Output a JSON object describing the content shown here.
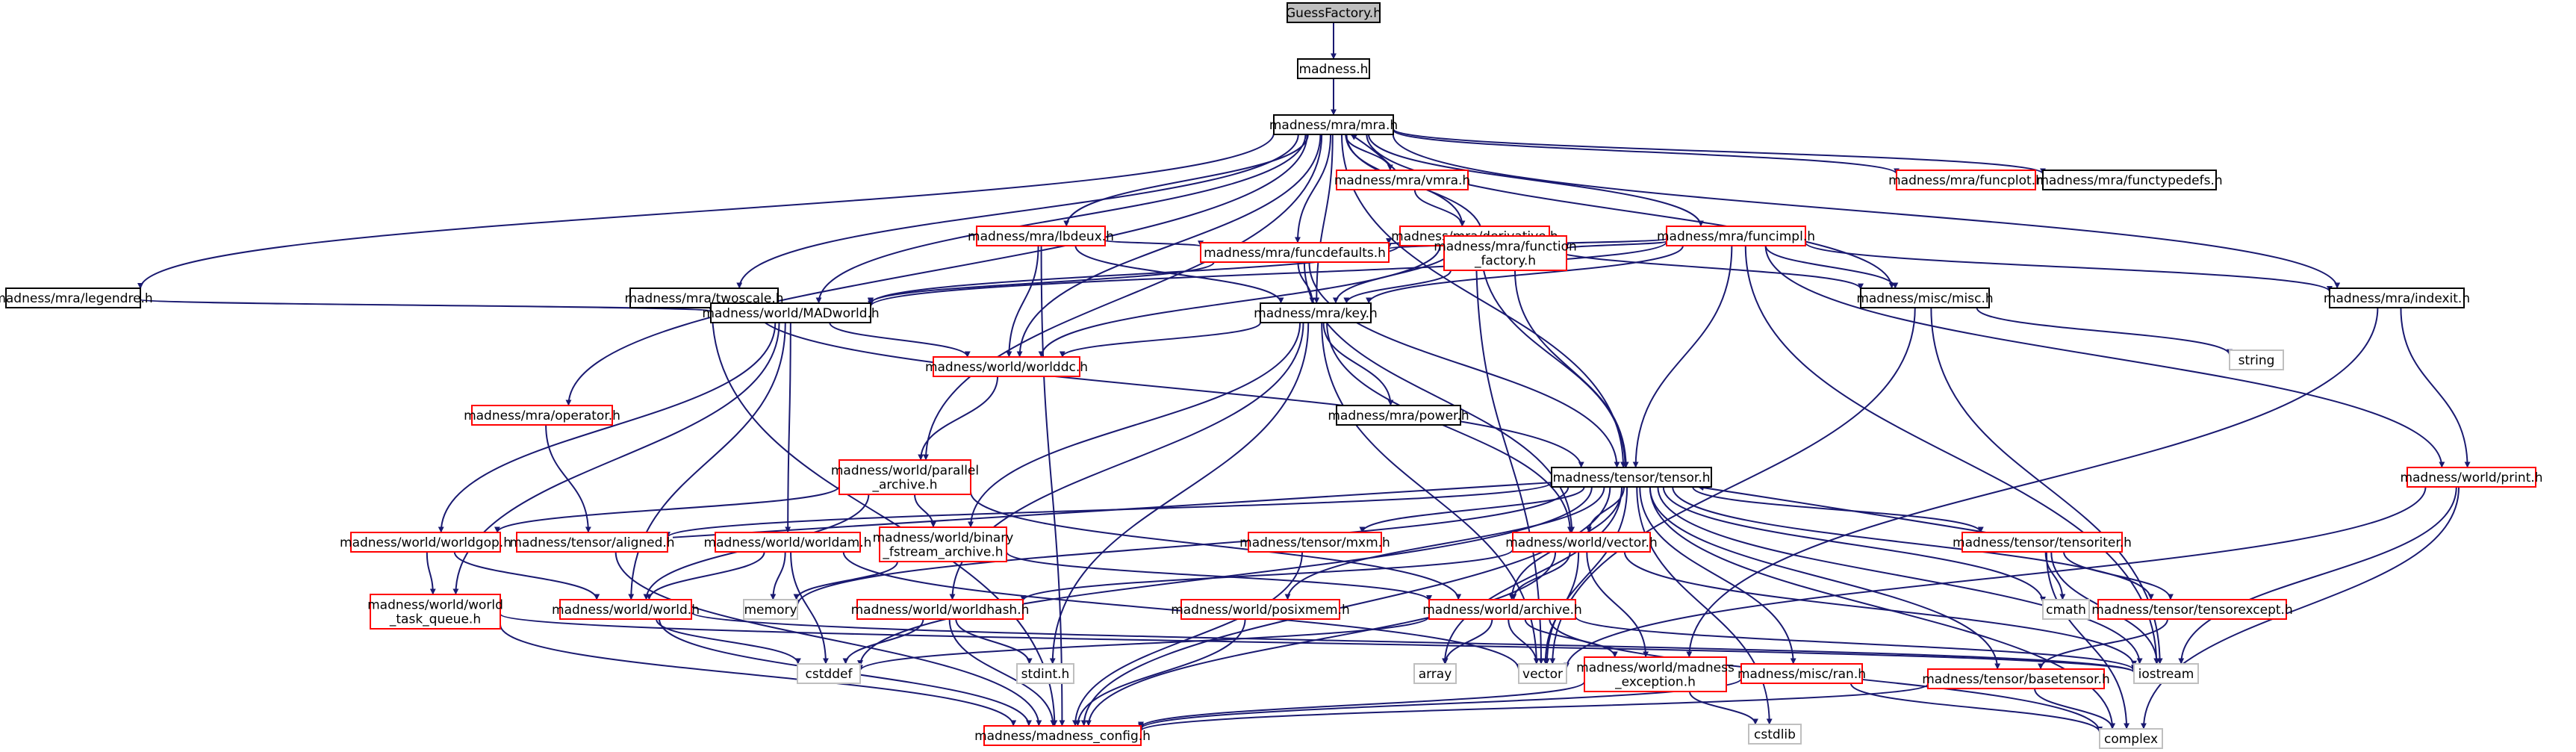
{
  "colors": {
    "edge": "#191970",
    "box_black": "#000000",
    "box_red": "#ff0000",
    "box_gray": "#bfbfbf",
    "root_fill": "#bfbfbf",
    "fill": "#ffffff",
    "text": "#000000"
  },
  "nodes": [
    {
      "id": "n_guess",
      "lines": [
        "GuessFactory.h"
      ],
      "border": "black",
      "fill": "root"
    },
    {
      "id": "n_madness",
      "lines": [
        "madness.h"
      ],
      "border": "black"
    },
    {
      "id": "n_mra",
      "lines": [
        "madness/mra/mra.h"
      ],
      "border": "black"
    },
    {
      "id": "n_vmra",
      "lines": [
        "madness/mra/vmra.h"
      ],
      "border": "red"
    },
    {
      "id": "n_funcplot",
      "lines": [
        "madness/mra/funcplot.h"
      ],
      "border": "red"
    },
    {
      "id": "n_functypedefs",
      "lines": [
        "madness/mra/functypedefs.h"
      ],
      "border": "black"
    },
    {
      "id": "n_lbdeux",
      "lines": [
        "madness/mra/lbdeux.h"
      ],
      "border": "red"
    },
    {
      "id": "n_derivative",
      "lines": [
        "madness/mra/derivative.h"
      ],
      "border": "red"
    },
    {
      "id": "n_funcimpl",
      "lines": [
        "madness/mra/funcimpl.h"
      ],
      "border": "red"
    },
    {
      "id": "n_legendre",
      "lines": [
        "madness/mra/legendre.h"
      ],
      "border": "black"
    },
    {
      "id": "n_twoscale",
      "lines": [
        "madness/mra/twoscale.h"
      ],
      "border": "black"
    },
    {
      "id": "n_funcdefaults",
      "lines": [
        "madness/mra/funcdefaults.h"
      ],
      "border": "red"
    },
    {
      "id": "n_function_factory",
      "lines": [
        "madness/mra/function",
        "_factory.h"
      ],
      "border": "red"
    },
    {
      "id": "n_miscmisc",
      "lines": [
        "madness/misc/misc.h"
      ],
      "border": "black"
    },
    {
      "id": "n_indexit",
      "lines": [
        "madness/mra/indexit.h"
      ],
      "border": "black"
    },
    {
      "id": "n_madworld",
      "lines": [
        "madness/world/MADworld.h"
      ],
      "border": "black"
    },
    {
      "id": "n_key",
      "lines": [
        "madness/mra/key.h"
      ],
      "border": "black"
    },
    {
      "id": "n_string",
      "lines": [
        "string"
      ],
      "border": "gray"
    },
    {
      "id": "n_operator",
      "lines": [
        "madness/mra/operator.h"
      ],
      "border": "red"
    },
    {
      "id": "n_worlddc",
      "lines": [
        "madness/world/worlddc.h"
      ],
      "border": "red"
    },
    {
      "id": "n_power",
      "lines": [
        "madness/mra/power.h"
      ],
      "border": "black"
    },
    {
      "id": "n_parallel_archive",
      "lines": [
        "madness/world/parallel",
        "_archive.h"
      ],
      "border": "red"
    },
    {
      "id": "n_tensor",
      "lines": [
        "madness/tensor/tensor.h"
      ],
      "border": "black"
    },
    {
      "id": "n_print",
      "lines": [
        "madness/world/print.h"
      ],
      "border": "red"
    },
    {
      "id": "n_worldgop",
      "lines": [
        "madness/world/worldgop.h"
      ],
      "border": "red"
    },
    {
      "id": "n_aligned",
      "lines": [
        "madness/tensor/aligned.h"
      ],
      "border": "red"
    },
    {
      "id": "n_worldam",
      "lines": [
        "madness/world/worldam.h"
      ],
      "border": "red"
    },
    {
      "id": "n_binary_fstream",
      "lines": [
        "madness/world/binary",
        "_fstream_archive.h"
      ],
      "border": "red"
    },
    {
      "id": "n_mxm",
      "lines": [
        "madness/tensor/mxm.h"
      ],
      "border": "red"
    },
    {
      "id": "n_vector_h",
      "lines": [
        "madness/world/vector.h"
      ],
      "border": "red"
    },
    {
      "id": "n_tensoriter",
      "lines": [
        "madness/tensor/tensoriter.h"
      ],
      "border": "red"
    },
    {
      "id": "n_world_task_queue",
      "lines": [
        "madness/world/world",
        "_task_queue.h"
      ],
      "border": "red"
    },
    {
      "id": "n_world",
      "lines": [
        "madness/world/world.h"
      ],
      "border": "red"
    },
    {
      "id": "n_memory",
      "lines": [
        "memory"
      ],
      "border": "gray"
    },
    {
      "id": "n_worldhash",
      "lines": [
        "madness/world/worldhash.h"
      ],
      "border": "red"
    },
    {
      "id": "n_posixmem",
      "lines": [
        "madness/world/posixmem.h"
      ],
      "border": "red"
    },
    {
      "id": "n_archive",
      "lines": [
        "madness/world/archive.h"
      ],
      "border": "red"
    },
    {
      "id": "n_cmath",
      "lines": [
        "cmath"
      ],
      "border": "gray"
    },
    {
      "id": "n_tensorexcept",
      "lines": [
        "madness/tensor/tensorexcept.h"
      ],
      "border": "red"
    },
    {
      "id": "n_cstddef",
      "lines": [
        "cstddef"
      ],
      "border": "gray"
    },
    {
      "id": "n_stdint",
      "lines": [
        "stdint.h"
      ],
      "border": "gray"
    },
    {
      "id": "n_array",
      "lines": [
        "array"
      ],
      "border": "gray"
    },
    {
      "id": "n_vector",
      "lines": [
        "vector"
      ],
      "border": "gray"
    },
    {
      "id": "n_madness_exception",
      "lines": [
        "madness/world/madness",
        "_exception.h"
      ],
      "border": "red"
    },
    {
      "id": "n_ran",
      "lines": [
        "madness/misc/ran.h"
      ],
      "border": "red"
    },
    {
      "id": "n_basetensor",
      "lines": [
        "madness/tensor/basetensor.h"
      ],
      "border": "red"
    },
    {
      "id": "n_iostream",
      "lines": [
        "iostream"
      ],
      "border": "gray"
    },
    {
      "id": "n_madness_config",
      "lines": [
        "madness/madness_config.h"
      ],
      "border": "red"
    },
    {
      "id": "n_cstdlib",
      "lines": [
        "cstdlib"
      ],
      "border": "gray"
    },
    {
      "id": "n_complex",
      "lines": [
        "complex"
      ],
      "border": "gray"
    }
  ],
  "edges": [
    [
      "n_guess",
      "n_madness"
    ],
    [
      "n_madness",
      "n_mra"
    ],
    [
      "n_mra",
      "n_vmra"
    ],
    [
      "n_vmra",
      "n_mra"
    ],
    [
      "n_mra",
      "n_funcplot"
    ],
    [
      "n_mra",
      "n_functypedefs"
    ],
    [
      "n_mra",
      "n_lbdeux"
    ],
    [
      "n_mra",
      "n_derivative"
    ],
    [
      "n_mra",
      "n_funcimpl"
    ],
    [
      "n_mra",
      "n_legendre"
    ],
    [
      "n_mra",
      "n_twoscale"
    ],
    [
      "n_mra",
      "n_funcdefaults"
    ],
    [
      "n_mra",
      "n_function_factory"
    ],
    [
      "n_mra",
      "n_miscmisc"
    ],
    [
      "n_mra",
      "n_indexit"
    ],
    [
      "n_mra",
      "n_madworld"
    ],
    [
      "n_mra",
      "n_key"
    ],
    [
      "n_mra",
      "n_operator"
    ],
    [
      "n_mra",
      "n_worlddc"
    ],
    [
      "n_mra",
      "n_parallel_archive"
    ],
    [
      "n_mra",
      "n_tensor"
    ],
    [
      "n_vmra",
      "n_derivative"
    ],
    [
      "n_lbdeux",
      "n_funcdefaults"
    ],
    [
      "n_lbdeux",
      "n_key"
    ],
    [
      "n_lbdeux",
      "n_worlddc"
    ],
    [
      "n_lbdeux",
      "n_madness_config"
    ],
    [
      "n_derivative",
      "n_funcdefaults"
    ],
    [
      "n_derivative",
      "n_function_factory"
    ],
    [
      "n_derivative",
      "n_miscmisc"
    ],
    [
      "n_derivative",
      "n_madworld"
    ],
    [
      "n_derivative",
      "n_key"
    ],
    [
      "n_derivative",
      "n_tensor"
    ],
    [
      "n_derivative",
      "n_worlddc"
    ],
    [
      "n_derivative",
      "n_vector"
    ],
    [
      "n_funcimpl",
      "n_funcdefaults"
    ],
    [
      "n_funcimpl",
      "n_function_factory"
    ],
    [
      "n_funcimpl",
      "n_miscmisc"
    ],
    [
      "n_funcimpl",
      "n_indexit"
    ],
    [
      "n_funcimpl",
      "n_madworld"
    ],
    [
      "n_funcimpl",
      "n_key"
    ],
    [
      "n_funcimpl",
      "n_tensor"
    ],
    [
      "n_funcimpl",
      "n_print"
    ],
    [
      "n_funcimpl",
      "n_iostream"
    ],
    [
      "n_legendre",
      "n_madworld"
    ],
    [
      "n_twoscale",
      "n_madworld"
    ],
    [
      "n_twoscale",
      "n_tensor"
    ],
    [
      "n_twoscale",
      "n_madness_config"
    ],
    [
      "n_funcdefaults",
      "n_madworld"
    ],
    [
      "n_funcdefaults",
      "n_key"
    ],
    [
      "n_funcdefaults",
      "n_tensor"
    ],
    [
      "n_funcdefaults",
      "n_vector_h"
    ],
    [
      "n_function_factory",
      "n_key"
    ],
    [
      "n_function_factory",
      "n_tensor"
    ],
    [
      "n_miscmisc",
      "n_string"
    ],
    [
      "n_miscmisc",
      "n_iostream"
    ],
    [
      "n_miscmisc",
      "n_vector"
    ],
    [
      "n_indexit",
      "n_print"
    ],
    [
      "n_indexit",
      "n_madness_exception"
    ],
    [
      "n_madworld",
      "n_worlddc"
    ],
    [
      "n_madworld",
      "n_worldgop"
    ],
    [
      "n_madworld",
      "n_worldam"
    ],
    [
      "n_madworld",
      "n_world"
    ],
    [
      "n_madworld",
      "n_world_task_queue"
    ],
    [
      "n_key",
      "n_power"
    ],
    [
      "n_key",
      "n_worlddc"
    ],
    [
      "n_key",
      "n_binary_fstream"
    ],
    [
      "n_key",
      "n_worldhash"
    ],
    [
      "n_key",
      "n_vector_h"
    ],
    [
      "n_key",
      "n_stdint"
    ],
    [
      "n_key",
      "n_vector"
    ],
    [
      "n_operator",
      "n_aligned"
    ],
    [
      "n_worlddc",
      "n_parallel_archive"
    ],
    [
      "n_parallel_archive",
      "n_binary_fstream"
    ],
    [
      "n_parallel_archive",
      "n_worldgop"
    ],
    [
      "n_parallel_archive",
      "n_world"
    ],
    [
      "n_parallel_archive",
      "n_archive"
    ],
    [
      "n_tensor",
      "n_aligned"
    ],
    [
      "n_aligned",
      "n_tensor"
    ],
    [
      "n_tensor",
      "n_mxm"
    ],
    [
      "n_tensor",
      "n_vector_h"
    ],
    [
      "n_tensor",
      "n_tensoriter"
    ],
    [
      "n_tensoriter",
      "n_tensor"
    ],
    [
      "n_tensor",
      "n_cmath"
    ],
    [
      "n_tensor",
      "n_tensorexcept"
    ],
    [
      "n_tensor",
      "n_basetensor"
    ],
    [
      "n_tensor",
      "n_ran"
    ],
    [
      "n_tensor",
      "n_archive"
    ],
    [
      "n_tensor",
      "n_posixmem"
    ],
    [
      "n_tensor",
      "n_memory"
    ],
    [
      "n_tensor",
      "n_cstddef"
    ],
    [
      "n_tensor",
      "n_array"
    ],
    [
      "n_tensor",
      "n_vector"
    ],
    [
      "n_tensor",
      "n_iostream"
    ],
    [
      "n_tensor",
      "n_complex"
    ],
    [
      "n_tensor",
      "n_cstdlib"
    ],
    [
      "n_tensor",
      "n_madness_config"
    ],
    [
      "n_print",
      "n_iostream"
    ],
    [
      "n_print",
      "n_complex"
    ],
    [
      "n_print",
      "n_vector"
    ],
    [
      "n_worldgop",
      "n_world"
    ],
    [
      "n_worldgop",
      "n_world_task_queue"
    ],
    [
      "n_aligned",
      "n_madness_config"
    ],
    [
      "n_worldam",
      "n_world"
    ],
    [
      "n_worldam",
      "n_memory"
    ],
    [
      "n_worldam",
      "n_cstddef"
    ],
    [
      "n_worldam",
      "n_vector"
    ],
    [
      "n_binary_fstream",
      "n_archive"
    ],
    [
      "n_binary_fstream",
      "n_memory"
    ],
    [
      "n_mxm",
      "n_madness_config"
    ],
    [
      "n_vector_h",
      "n_archive"
    ],
    [
      "n_vector_h",
      "n_madness_exception"
    ],
    [
      "n_vector_h",
      "n_vector"
    ],
    [
      "n_vector_h",
      "n_iostream"
    ],
    [
      "n_vector_h",
      "n_madness_config"
    ],
    [
      "n_vector_h",
      "n_worldhash"
    ],
    [
      "n_tensoriter",
      "n_tensorexcept"
    ],
    [
      "n_tensoriter",
      "n_cmath"
    ],
    [
      "n_tensoriter",
      "n_iostream"
    ],
    [
      "n_tensoriter",
      "n_complex"
    ],
    [
      "n_world_task_queue",
      "n_madness_config"
    ],
    [
      "n_world_task_queue",
      "n_iostream"
    ],
    [
      "n_world",
      "n_cstddef"
    ],
    [
      "n_world",
      "n_madness_config"
    ],
    [
      "n_world",
      "n_iostream"
    ],
    [
      "n_worldhash",
      "n_cstddef"
    ],
    [
      "n_worldhash",
      "n_stdint"
    ],
    [
      "n_worldhash",
      "n_madness_config"
    ],
    [
      "n_posixmem",
      "n_madness_config"
    ],
    [
      "n_archive",
      "n_madness_exception"
    ],
    [
      "n_archive",
      "n_array"
    ],
    [
      "n_archive",
      "n_vector"
    ],
    [
      "n_archive",
      "n_iostream"
    ],
    [
      "n_archive",
      "n_complex"
    ],
    [
      "n_archive",
      "n_cstddef"
    ],
    [
      "n_tensorexcept",
      "n_basetensor"
    ],
    [
      "n_madness_exception",
      "n_cstdlib"
    ],
    [
      "n_madness_exception",
      "n_madness_config"
    ],
    [
      "n_ran",
      "n_madness_config"
    ],
    [
      "n_ran",
      "n_complex"
    ],
    [
      "n_basetensor",
      "n_madness_config"
    ],
    [
      "n_basetensor",
      "n_complex"
    ]
  ]
}
